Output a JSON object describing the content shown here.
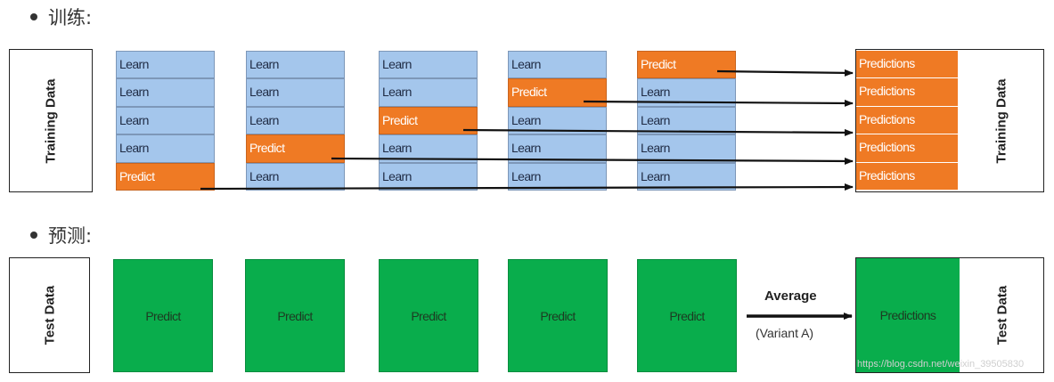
{
  "training": {
    "heading": "训练:",
    "left_label": "Training Data",
    "right_label": "Training Data",
    "folds": [
      [
        "Learn",
        "Learn",
        "Learn",
        "Learn",
        "Predict"
      ],
      [
        "Learn",
        "Learn",
        "Learn",
        "Predict",
        "Learn"
      ],
      [
        "Learn",
        "Learn",
        "Predict",
        "Learn",
        "Learn"
      ],
      [
        "Learn",
        "Predict",
        "Learn",
        "Learn",
        "Learn"
      ],
      [
        "Predict",
        "Learn",
        "Learn",
        "Learn",
        "Learn"
      ]
    ],
    "predictions": [
      "Predictions",
      "Predictions",
      "Predictions",
      "Predictions",
      "Predictions"
    ]
  },
  "prediction": {
    "heading": "预测:",
    "left_label": "Test Data",
    "right_label": "Test Data",
    "boxes": [
      "Predict",
      "Predict",
      "Predict",
      "Predict",
      "Predict"
    ],
    "average_label": "Average",
    "variant_label": "(Variant A)",
    "result_label": "Predictions"
  },
  "watermark": "https://blog.csdn.net/weixin_39505830",
  "colors": {
    "learn": "#a4c6ec",
    "predict": "#ef7a24",
    "test": "#09ad4c"
  }
}
